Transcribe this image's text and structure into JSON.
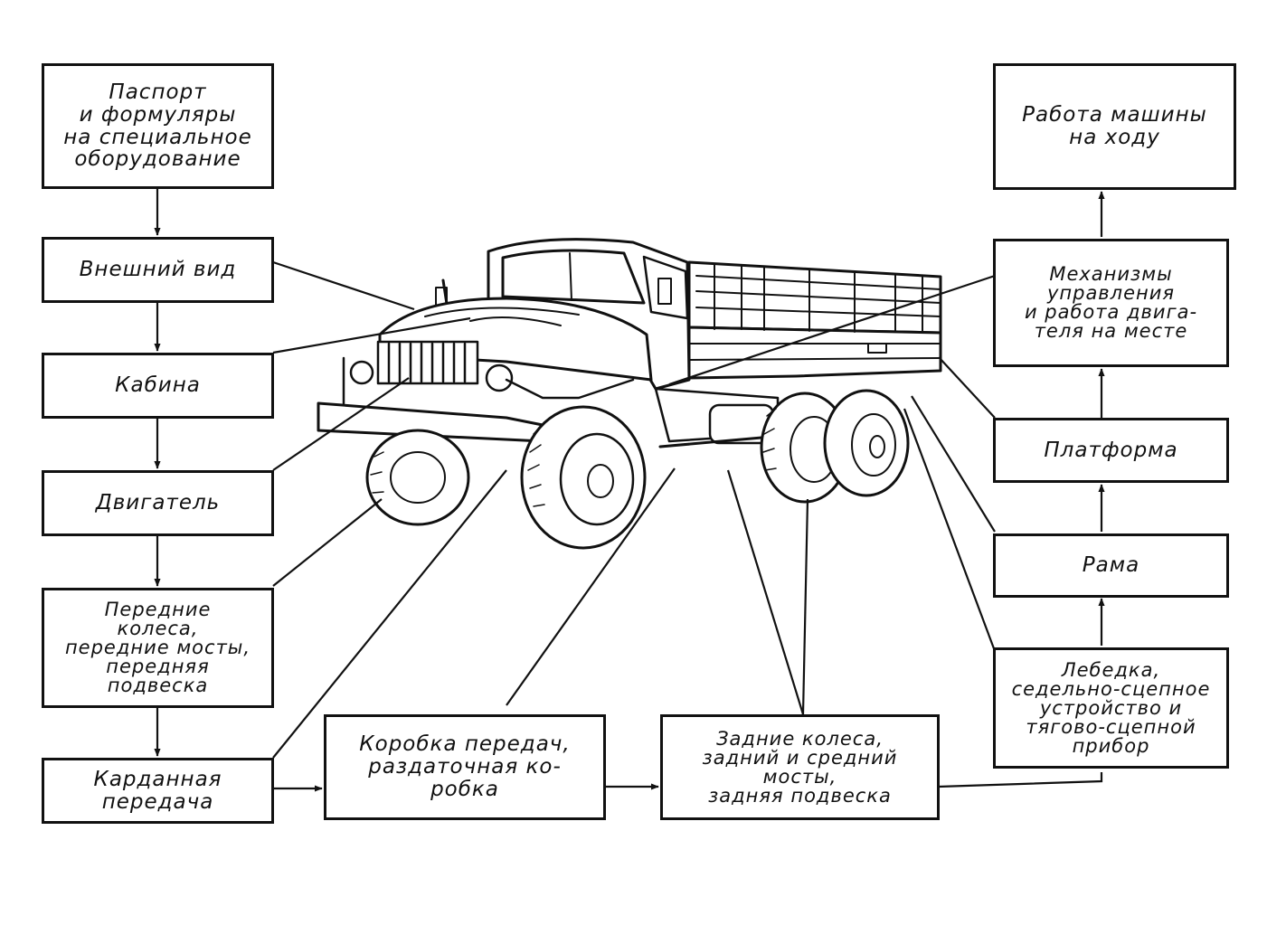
{
  "diagram": {
    "boxes": {
      "passport": "Паспорт\nи формуляры\nна специальное\nоборудование",
      "exterior": "Внешний   вид",
      "cabin": "Кабина",
      "engine": "Двигатель",
      "front_wheels": "Передние\nколеса,\nпередние мосты,\nпередняя\nподвеска",
      "driveshaft": "Карданная\nпередача",
      "gearbox": "Коробка передач,\nраздаточная ко-\nробка",
      "rear_wheels": "Задние колеса,\nзадний и средний\nмосты,\nзадняя  подвеска",
      "winch": "Лебедка,\nседельно-сцепное\nустройство и\nтягово-сцепной\nприбор",
      "frame": "Рама",
      "platform": "Платформа",
      "controls": "Механизмы\nуправления\nи работа двига-\nтеля на месте",
      "running": "Работа машины\nна ходу"
    }
  },
  "colors": {
    "ink": "#111111",
    "paper": "#ffffff"
  }
}
